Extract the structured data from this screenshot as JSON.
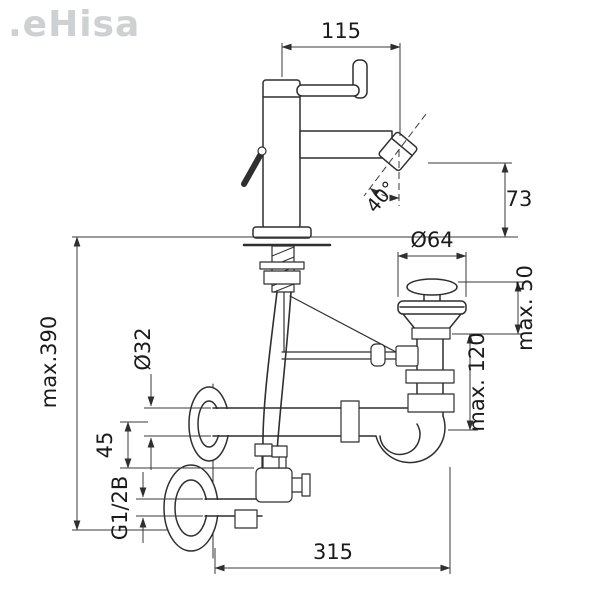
{
  "watermark": {
    "text": ".eHisa"
  },
  "diagram": {
    "type": "technical-drawing",
    "subject": "Single-lever bidet mixer tap with pop-up waste, trap and wall connections — installation dimensions",
    "units": "mm",
    "dimensions": {
      "top_span": "115",
      "spout_height": "73",
      "spout_angle": "40°",
      "waste_diameter": "Ø64",
      "max_deck_thickness": "max. 50",
      "max_tailpipe_length": "max. 120",
      "max_overall_height": "max.390",
      "drain_pipe_diameter": "Ø32",
      "centre_offset": "45",
      "supply_thread": "G1/2B",
      "overall_depth": "315"
    }
  }
}
